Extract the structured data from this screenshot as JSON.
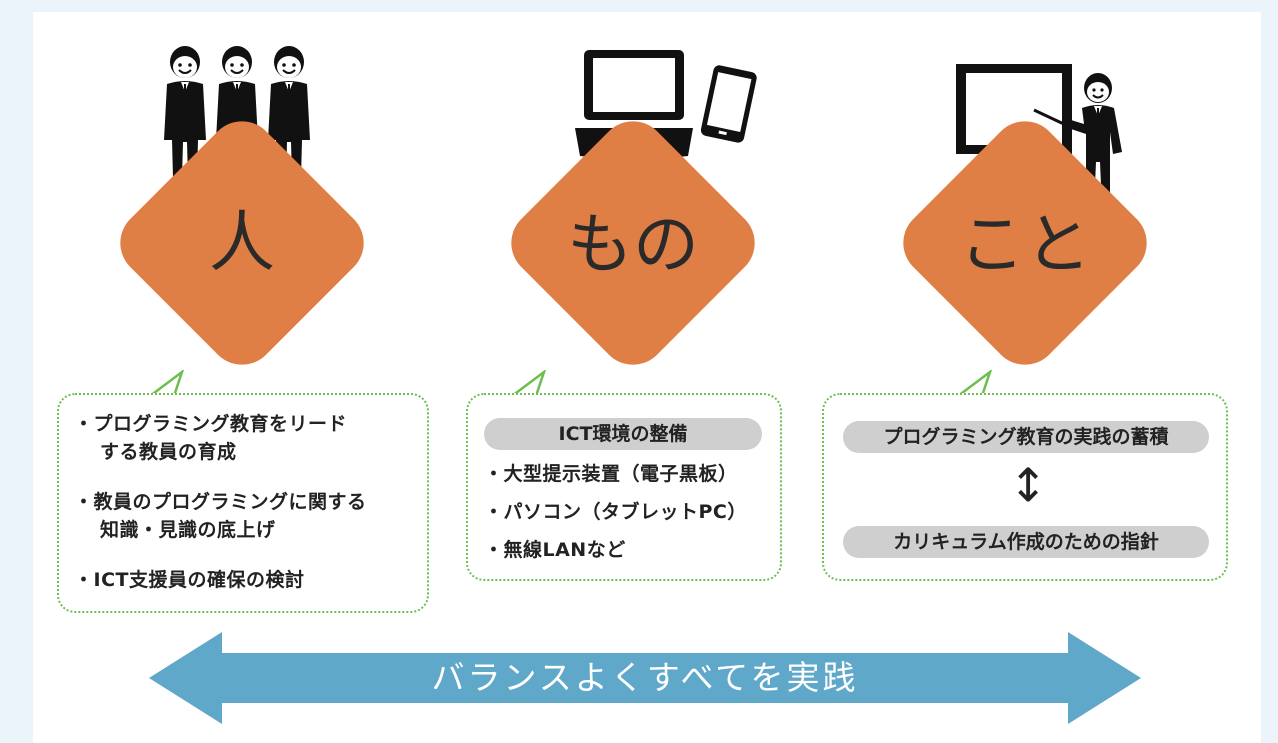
{
  "pillars": [
    {
      "label": "人",
      "illustration": "three-teachers-icon",
      "bullets": [
        [
          "・プログラミング教育をリード",
          "する教員の育成"
        ],
        [
          "・教員のプログラミングに関する",
          "知識・見識の底上げ"
        ],
        [
          "・ICT支援員の確保の検討"
        ]
      ]
    },
    {
      "label": "もの",
      "illustration": "laptop-and-tablet-icon",
      "pill": "ICT環境の整備",
      "bullets": [
        [
          "・大型提示装置（電子黒板）"
        ],
        [
          "・パソコン（タブレットPC）"
        ],
        [
          "・無線LANなど"
        ]
      ]
    },
    {
      "label": "こと",
      "illustration": "teacher-at-board-icon",
      "pill_top": "プログラミング教育の実践の蓄積",
      "pill_bottom": "カリキュラム作成のための指針",
      "connector": "↕"
    }
  ],
  "banner": {
    "text": "バランスよくすべてを実践"
  },
  "colors": {
    "page_background": "#eaf4fa",
    "diamond": "#e07f45",
    "box_border": "#6cbf4f",
    "pill": "#cfcfd0",
    "arrow": "#5fa8c9"
  }
}
